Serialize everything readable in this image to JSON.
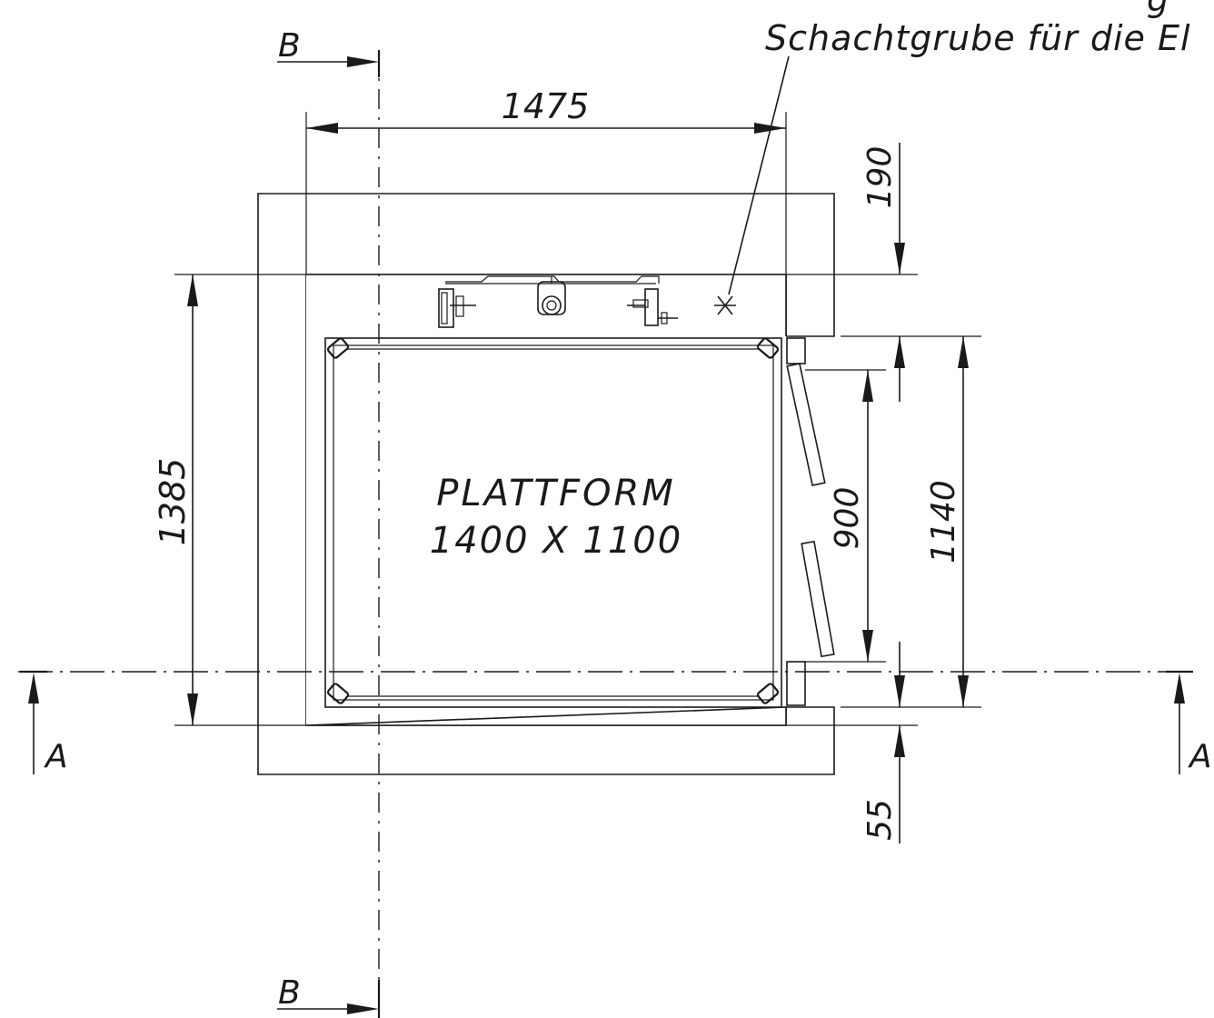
{
  "note": {
    "line1": "g",
    "line2": "Schachtgrube für die El",
    "marker": "*"
  },
  "platform": {
    "label": "PLATTFORM",
    "size": "1400 X 1100"
  },
  "dimensions": {
    "shaft_width": "1475",
    "shaft_depth": "1385",
    "top_offset": "190",
    "door_opening": "900",
    "door_frame": "1140",
    "bottom_offset": "55"
  },
  "sections": {
    "b_top": "B",
    "b_bottom": "B",
    "a_left": "A",
    "a_right": "A"
  },
  "colors": {
    "line": "#1a1a1a",
    "background": "#ffffff"
  }
}
